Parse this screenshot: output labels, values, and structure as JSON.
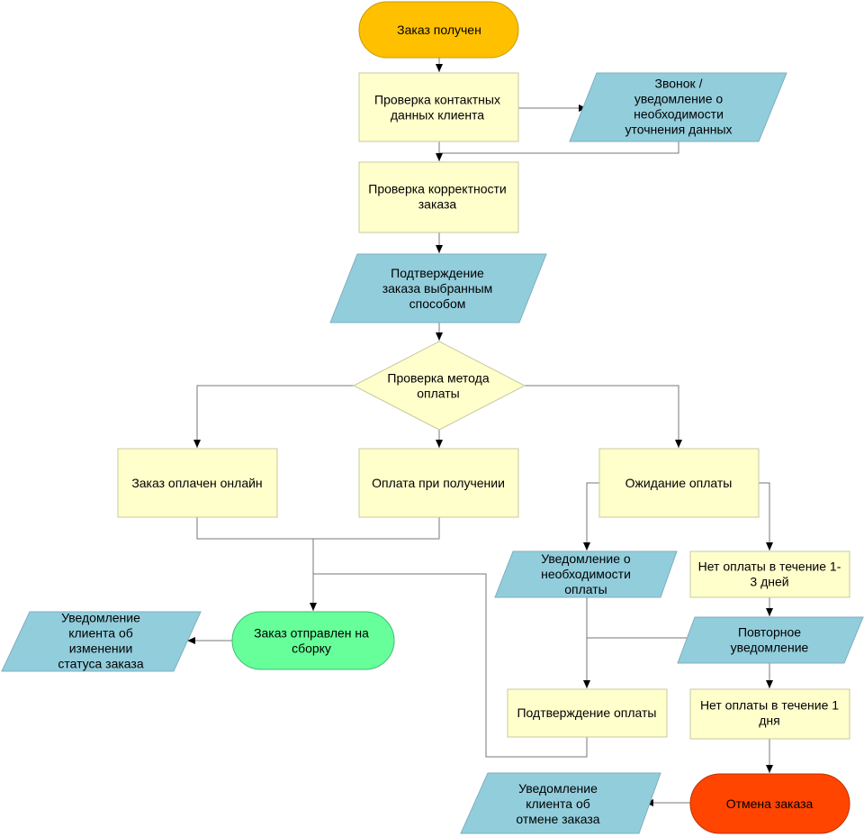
{
  "colors": {
    "start": "#FFC000",
    "process": "#FFFFCC",
    "process_border": "#C8C8A0",
    "io": "#92CDDC",
    "io_border": "#7FAFBF",
    "decision": "#FFFFCC",
    "green": "#66FF99",
    "red": "#FF4500",
    "line": "#777777"
  },
  "nodes": {
    "start": [
      "Заказ получен"
    ],
    "check_contacts": [
      "Проверка контактных",
      "данных клиента"
    ],
    "call_notify": [
      "Звонок /",
      "уведомление о",
      "необходимости",
      "уточнения данных"
    ],
    "check_order": [
      "Проверка корректности",
      "заказа"
    ],
    "confirm_order": [
      "Подтверждение",
      "заказа выбранным",
      "способом"
    ],
    "check_payment": [
      "Проверка метода",
      "оплаты"
    ],
    "paid_online": [
      "Заказ оплачен онлайн"
    ],
    "pay_on_receipt": [
      "Оплата при получении"
    ],
    "waiting_payment": [
      "Ожидание оплаты"
    ],
    "notify_payment": [
      "Уведомление о",
      "необходимости",
      "оплаты"
    ],
    "no_pay_1_3": [
      "Нет оплаты в течение 1-",
      "3 дней"
    ],
    "repeat_notify": [
      "Повторное",
      "уведомление"
    ],
    "no_pay_1": [
      "Нет оплаты в течение 1",
      "дня"
    ],
    "confirm_payment": [
      "Подтверждение оплаты"
    ],
    "sent_assembly": [
      "Заказ отправлен на",
      "сборку"
    ],
    "notify_status": [
      "Уведомление",
      "клиента об",
      "изменении",
      "статуса заказа"
    ],
    "cancel": [
      "Отмена заказа"
    ],
    "notify_cancel": [
      "Уведомление",
      "клиента об",
      "отмене заказа"
    ]
  }
}
